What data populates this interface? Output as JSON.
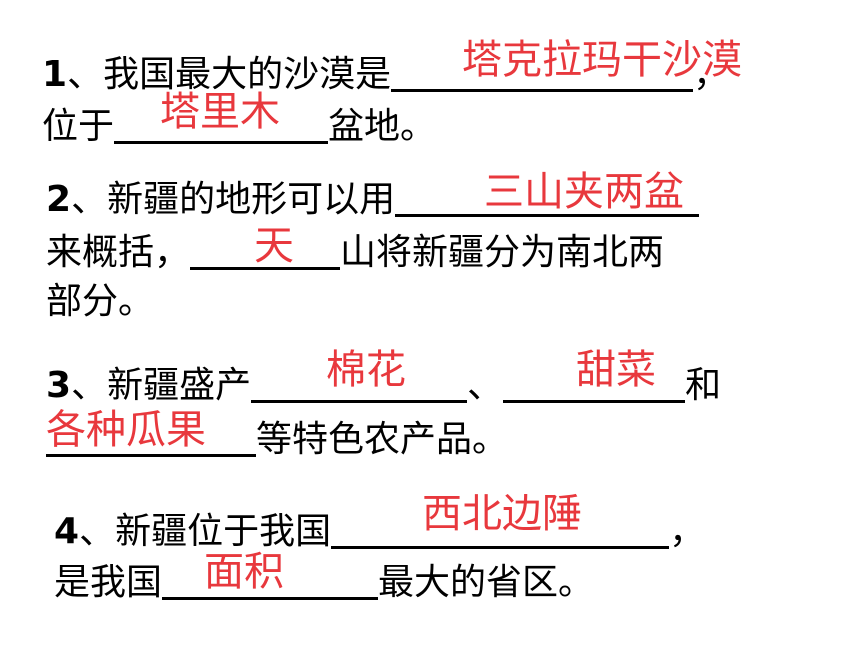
{
  "q1": {
    "num": "1",
    "line1": "、我国最大的沙漠是",
    "line1_end": "，",
    "line2_start": "位于",
    "line2_end": "盆地。",
    "ans_desert": "塔克拉玛干沙漠",
    "ans_basin": "塔里木"
  },
  "q2": {
    "num": "2",
    "line1": "、新疆的地形可以用",
    "line2_start": "来概括，",
    "line2_end": "山将新疆分为南北两",
    "line3": "部分。",
    "ans_terrain": "三山夹两盆",
    "ans_mountain": "天"
  },
  "q3": {
    "num": "3",
    "line1": "、新疆盛产",
    "sep": "、",
    "line1_end": "和",
    "line2_end": "等特色农产品。",
    "ans_1": "棉花",
    "ans_2": "甜菜",
    "ans_3": "各种瓜果"
  },
  "q4": {
    "num": "4",
    "line1": "、新疆位于我国",
    "line1_end": "，",
    "line2_start": "是我国",
    "line2_end": "最大的省区。",
    "ans_location": "西北边陲",
    "ans_area": "面积"
  },
  "colors": {
    "answer": "#e8383d",
    "text": "#000000"
  }
}
